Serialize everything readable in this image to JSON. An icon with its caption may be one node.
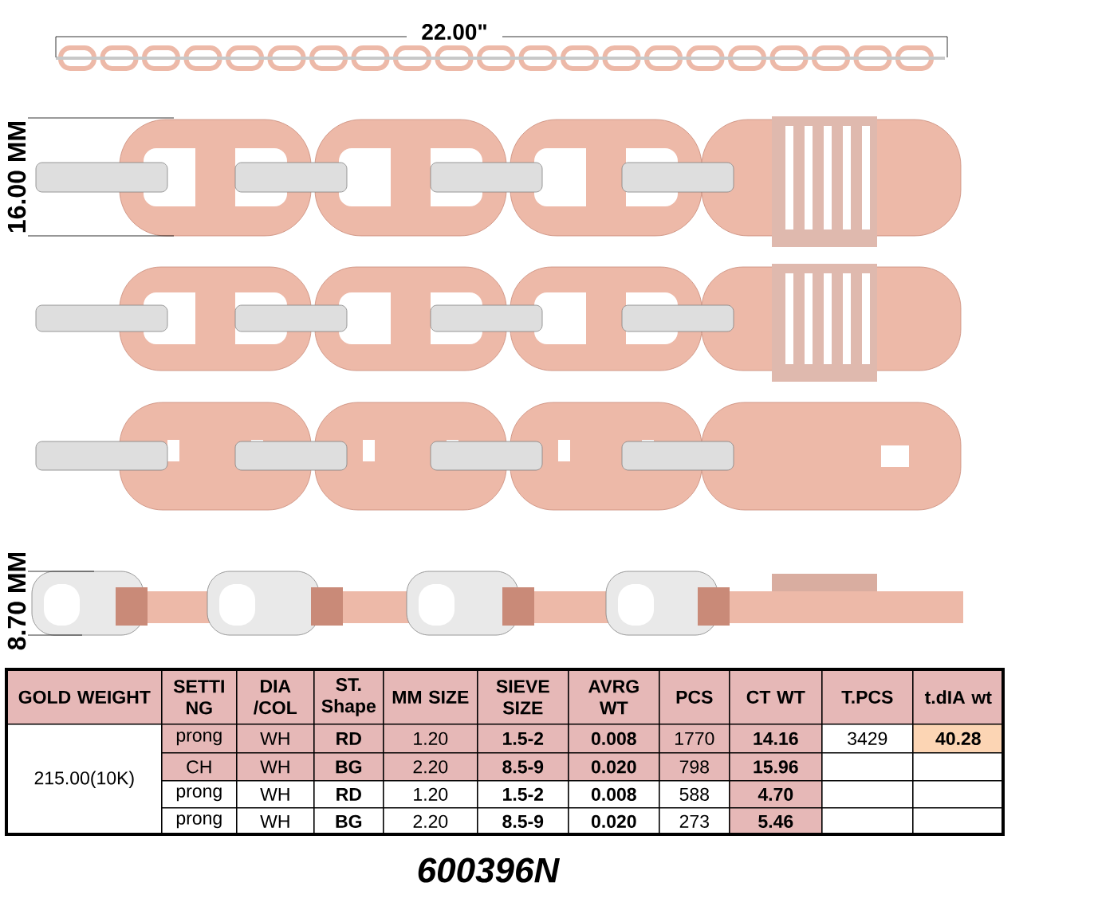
{
  "diagram": {
    "labels": [
      "22.00\"",
      "16.00 MM",
      "8.70 MM",
      "GOLD WEIGHT",
      "SETTI NG",
      "DIA /COL",
      "ST. Shape",
      "MM SIZE",
      "SIEVE SIZE",
      "AVRG WT",
      "PCS",
      "CT WT",
      "T.PCS",
      "t.dIA wt",
      "215.00(10K)",
      "prong",
      "WH",
      "RD",
      "1.20",
      "1.5-2",
      "0.008",
      "1770",
      "14.16",
      "3429",
      "40.28",
      "CH",
      "WH",
      "BG",
      "2.20",
      "8.5-9",
      "0.020",
      "798",
      "15.96",
      "prong",
      "WH",
      "RD",
      "1.20",
      "1.5-2",
      "0.008",
      "588",
      "4.70",
      "prong",
      "WH",
      "BG",
      "2.20",
      "8.5-9",
      "0.020",
      "273",
      "5.46",
      "600396N"
    ]
  }
}
